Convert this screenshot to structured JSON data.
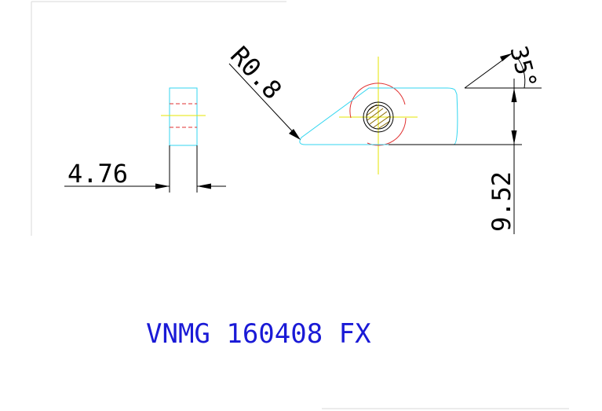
{
  "dimensions": {
    "thickness": "4.76",
    "corner_radius": "R0.8",
    "inscribed_circle": "9.52",
    "included_angle": "35°"
  },
  "part_label": "VNMG 160408 FX",
  "colors": {
    "outline": "#33d6f0",
    "centerline": "#e6e600",
    "hidden": "#e03030",
    "dimension": "#000000",
    "label": "#1a1ad6",
    "page_border": "#d8d8d8"
  }
}
